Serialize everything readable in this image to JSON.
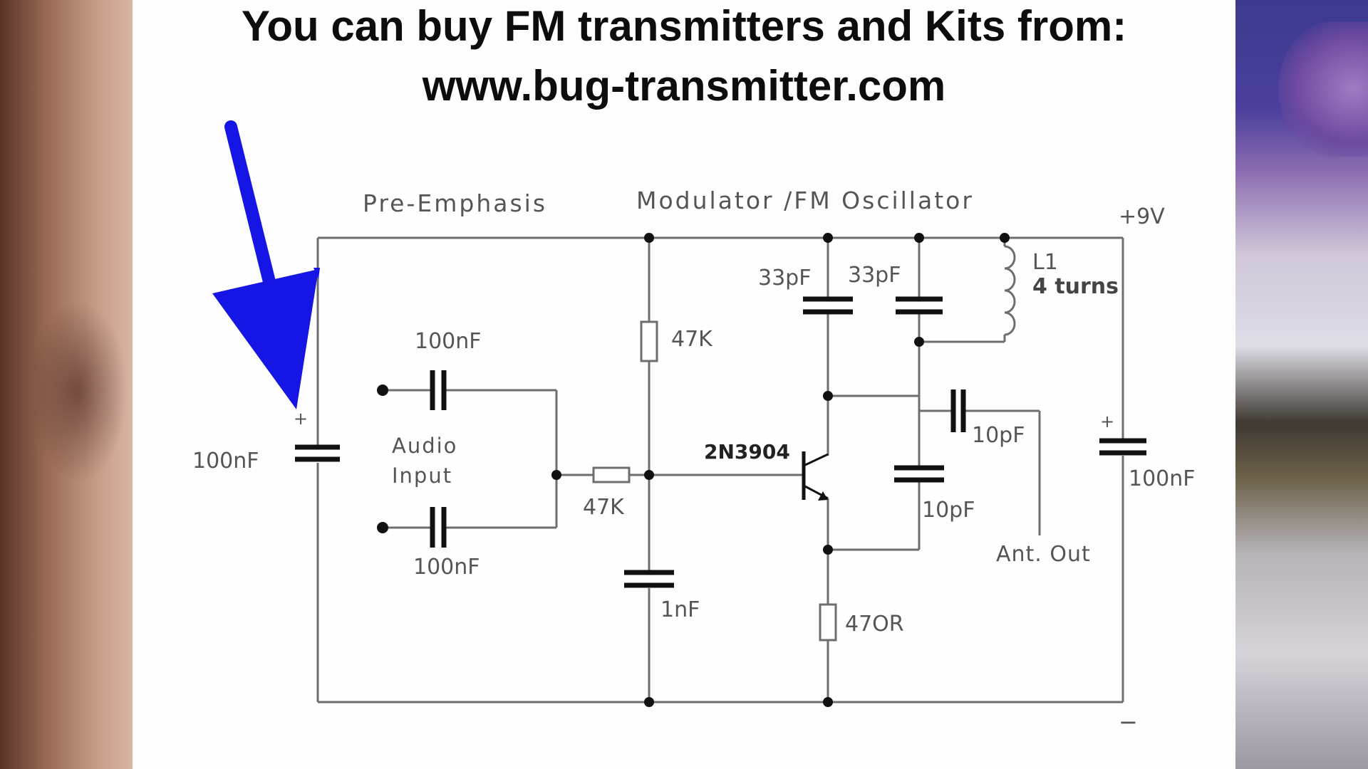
{
  "headline": {
    "line1": "You can buy FM transmitters and Kits from:",
    "line2": "www.bug-transmitter.com"
  },
  "sections": {
    "pre_emphasis": "Pre-Emphasis",
    "modulator": "Modulator /FM Oscillator"
  },
  "supply": {
    "positive": "+9V",
    "negative": "−"
  },
  "components": {
    "c_left_100nf": "100nF",
    "c_left_plus": "+",
    "c_audio_top": "100nF",
    "c_audio_bottom": "100nF",
    "audio_input_line1": "Audio",
    "audio_input_line2": "Input",
    "r_top_47k": "47K",
    "r_series_47k": "47K",
    "c_1nf": "1nF",
    "transistor": "2N3904",
    "c_33pf_left": "33pF",
    "c_33pf_right": "33pF",
    "l1_name": "L1",
    "l1_turns": "4 turns",
    "c_10pf_coupling": "10pF",
    "c_10pf_feedback": "10pF",
    "r_470r": "47OR",
    "antenna_out": "Ant. Out",
    "c_right_100nf": "100nF",
    "c_right_plus": "+"
  },
  "colors": {
    "wire": "#6e6e6e",
    "label": "#555555",
    "arrow": "#1515e6",
    "headline": "#0d0d0d"
  },
  "icons": {
    "pointer": "blue-down-arrow-icon"
  }
}
